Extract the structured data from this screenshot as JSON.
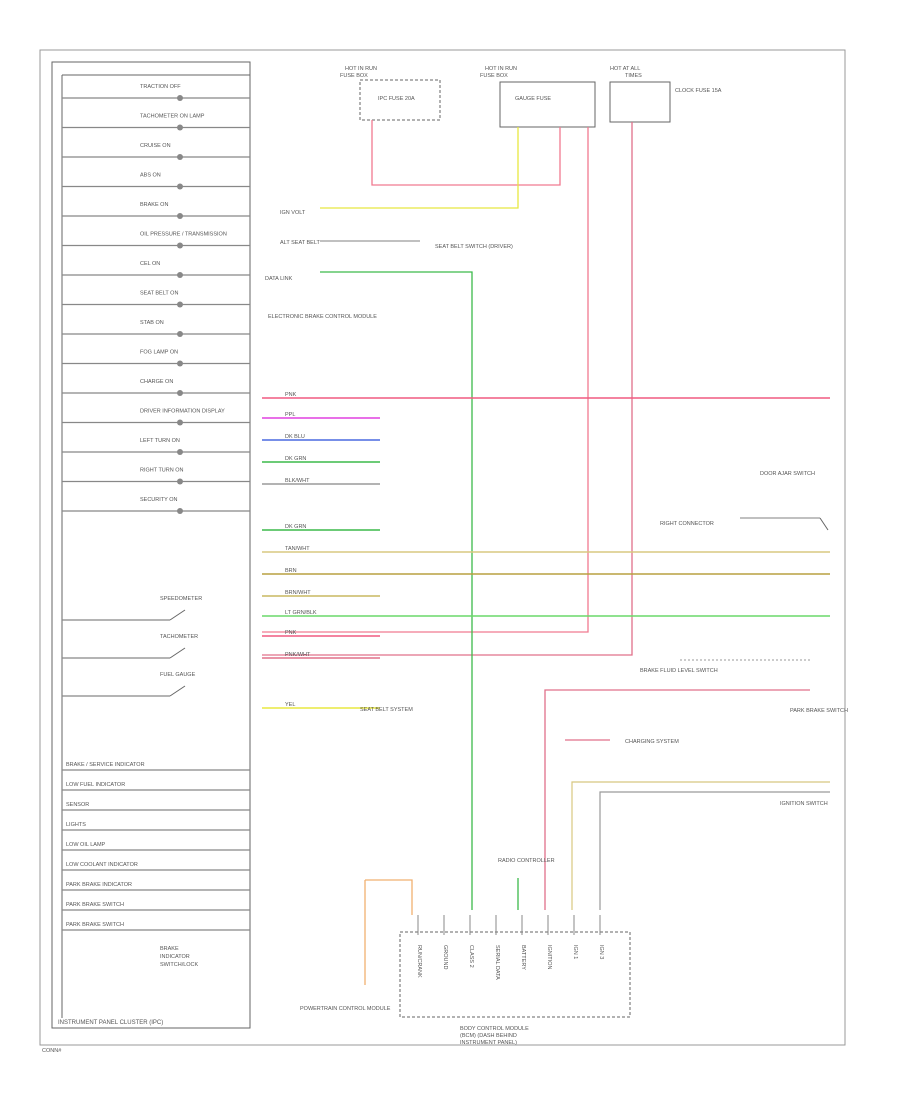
{
  "footer": {
    "cluster_title": "INSTRUMENT PANEL CLUSTER (IPC)",
    "page_ref": "CONN#"
  },
  "cluster": {
    "indicators": [
      "TRACTION OFF",
      "TACHOMETER ON LAMP",
      "CRUISE ON",
      "ABS ON",
      "BRAKE ON",
      "OIL PRESSURE / TRANSMISSION",
      "CEL ON",
      "SEAT BELT ON",
      "STAB ON",
      "FOG LAMP ON",
      "CHARGE ON",
      "DRIVER INFORMATION DISPLAY",
      "LEFT TURN ON",
      "RIGHT TURN ON",
      "SECURITY ON"
    ],
    "switch_labels": [
      "SPEEDOMETER",
      "TACHOMETER",
      "FUEL GAUGE"
    ],
    "lower_labels": [
      "BRAKE / SERVICE INDICATOR",
      "LOW FUEL INDICATOR",
      "SENSOR",
      "LIGHTS",
      "LOW OIL LAMP",
      "LOW COOLANT INDICATOR",
      "PARK BRAKE INDICATOR",
      "PARK BRAKE SWITCH",
      "PARK BRAKE SWITCH"
    ],
    "legend": [
      "BRAKE",
      "INDICATOR",
      "SWITCH/LOCK"
    ]
  },
  "top_fuses": [
    {
      "title": "HOT IN RUN",
      "sub": "FUSE BOX",
      "fuse": "IPC FUSE 20A"
    },
    {
      "title": "HOT IN RUN",
      "sub": "FUSE BOX",
      "fuse": "GAUGE FUSE"
    },
    {
      "title": "HOT AT ALL",
      "sub": "TIMES",
      "fuse": "CLOCK FUSE 15A"
    }
  ],
  "bcm": {
    "title": "BODY CONTROL MODULE",
    "sub": "(BCM) (DASH BEHIND",
    "sub2": "INSTRUMENT PANEL)",
    "pin_labels": [
      "RUN/CRANK",
      "GROUND",
      "CLASS 2",
      "SERIAL DATA",
      "BATTERY",
      "IGNITION",
      "IGN 1",
      "IGN 3"
    ]
  },
  "wires": [
    {
      "name": "PNK",
      "color": "#f05a80"
    },
    {
      "name": "PPL",
      "color": "#e040e0"
    },
    {
      "name": "DK BLU",
      "color": "#4a6ae0"
    },
    {
      "name": "DK GRN",
      "color": "#3cba4a"
    },
    {
      "name": "BLK/WHT",
      "color": "#9a9a9a"
    },
    {
      "name": "DK GRN",
      "color": "#3cba4a"
    },
    {
      "name": "TAN/WHT",
      "color": "#d8c880"
    },
    {
      "name": "BRN",
      "color": "#b8a040"
    },
    {
      "name": "BRN/WHT",
      "color": "#c8b860"
    },
    {
      "name": "LT GRN/BLK",
      "color": "#6ad86a"
    },
    {
      "name": "PNK",
      "color": "#f05a80"
    },
    {
      "name": "PNK/WHT",
      "color": "#e0708a"
    },
    {
      "name": "YEL",
      "color": "#e8e840"
    }
  ],
  "labels": {
    "ign_volt": "IGN VOLT",
    "seat_belt": "ALT SEAT BELT",
    "data_link": "DATA LINK",
    "airbag_note": "SEAT BELT SWITCH (DRIVER)",
    "ep_brake": "ELECTRONIC BRAKE CONTROL MODULE",
    "pcm": "POWERTRAIN CONTROL MODULE",
    "radio": "RADIO CONTROLLER",
    "seat_belt_sys": "SEAT BELT SYSTEM",
    "charging": "CHARGING SYSTEM",
    "right_connector": "RIGHT CONNECTOR",
    "door_ajar": "DOOR AJAR SWITCH",
    "brake_fluid": "BRAKE FLUID LEVEL SWITCH",
    "park_brake": "PARK BRAKE SWITCH",
    "ignition_sw": "IGNITION SWITCH"
  }
}
